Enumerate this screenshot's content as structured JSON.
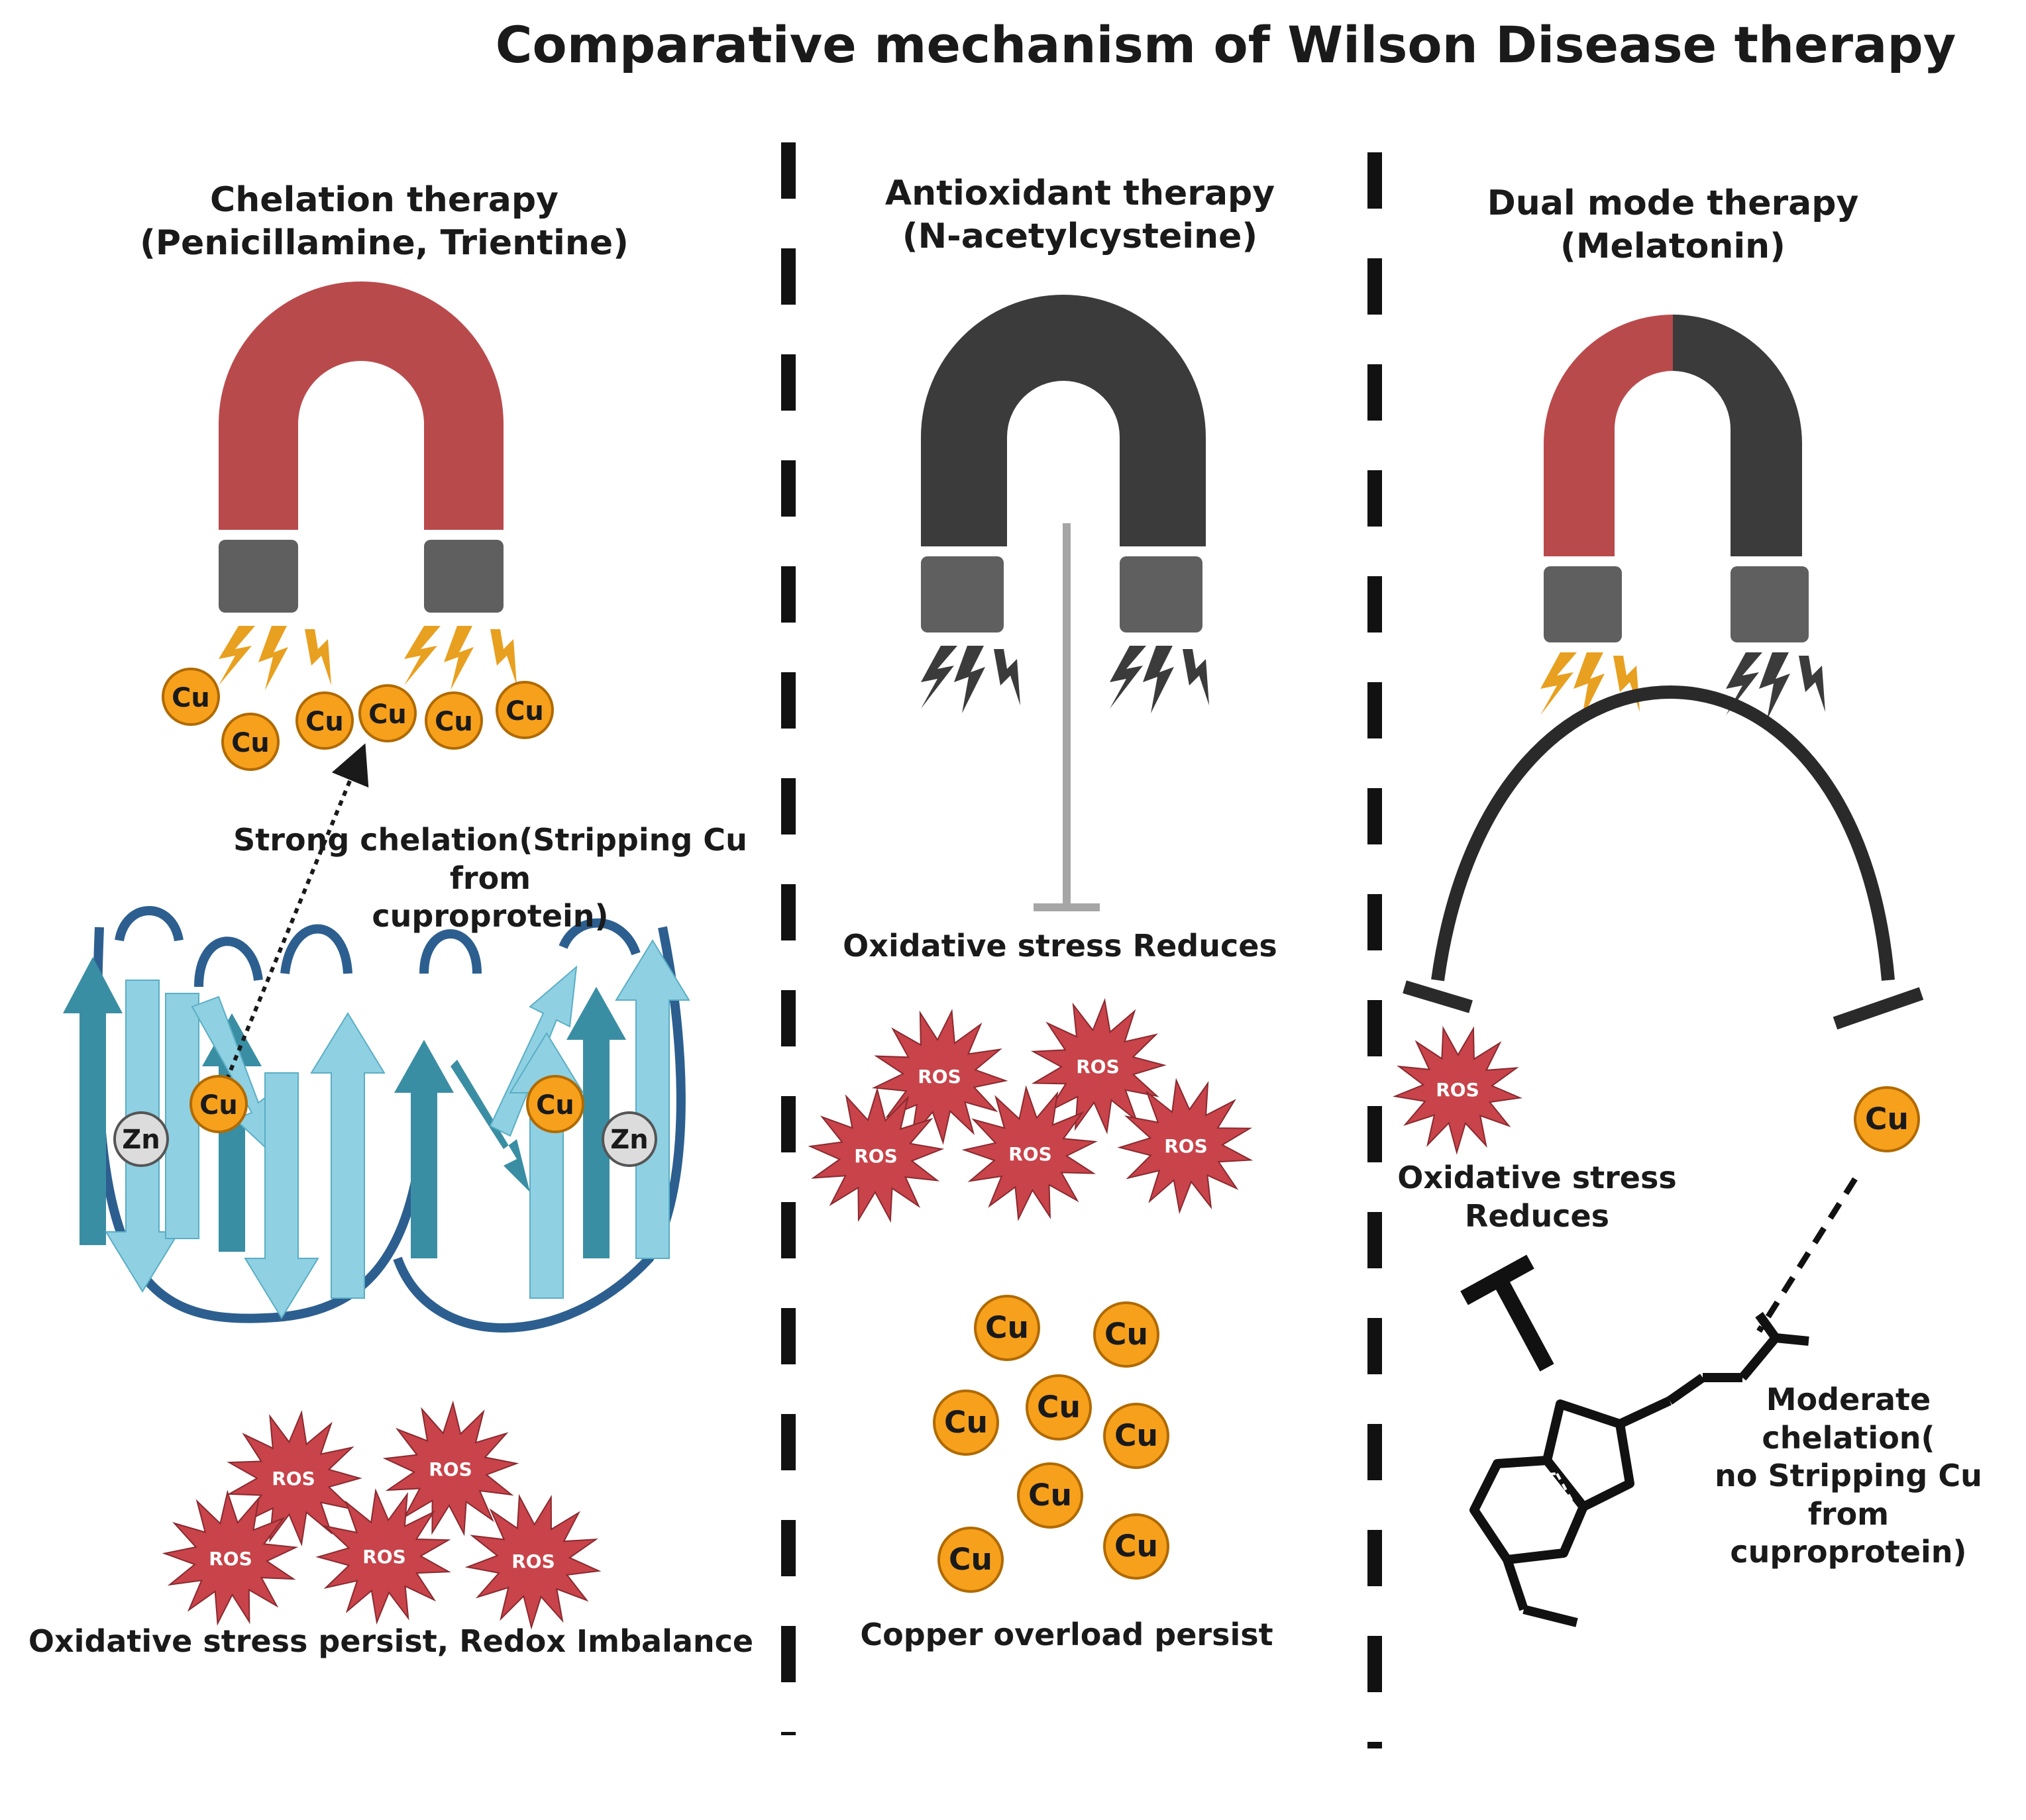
{
  "title": "Comparative mechanism of Wilson Disease therapy",
  "panels": [
    {
      "id": "chelation",
      "heading_line1": "Chelation therapy",
      "heading_line2": "(Penicillamine, Trientine)",
      "magnet": "red",
      "arrow_label_line1": "Strong chelation(Stripping Cu from",
      "arrow_label_line2": "cuproprotein)",
      "footer": "Oxidative stress persist, Redox Imbalance"
    },
    {
      "id": "antioxidant",
      "heading_line1": "Antioxidant therapy",
      "heading_line2": "(N-acetylcysteine)",
      "magnet": "dark",
      "inhibit_label": "Oxidative stress Reduces",
      "footer": "Copper overload persist"
    },
    {
      "id": "dual",
      "heading_line1": "Dual mode therapy",
      "heading_line2": "(Melatonin)",
      "magnet": "split",
      "left_label_line1": "Oxidative stress",
      "left_label_line2": "Reduces",
      "right_label_line1": "Moderate chelation(",
      "right_label_line2": "no Stripping Cu from",
      "right_label_line3": "cuproprotein)"
    }
  ],
  "symbols": {
    "copper": "Cu",
    "zinc": "Zn",
    "ros": "ROS"
  },
  "colors": {
    "magnet_red": "#b94a4c",
    "magnet_dark": "#3b3b3b",
    "pole_gray": "#5f5f5f",
    "copper_fill": "#f7a01c",
    "ros_fill": "#c8434a",
    "zinc_fill": "#dcdcdc",
    "sheet_light": "#8fd0e3",
    "sheet_dark": "#3a8ea3",
    "loop_blue": "#2c5f8f",
    "bolt_orange": "#e8a020",
    "divider": "#111111"
  },
  "icons": [
    "horseshoe-magnet-icon",
    "lightning-bolt-icon",
    "beta-sheet-protein-icon",
    "ros-starburst-icon",
    "melatonin-molecule-icon"
  ]
}
